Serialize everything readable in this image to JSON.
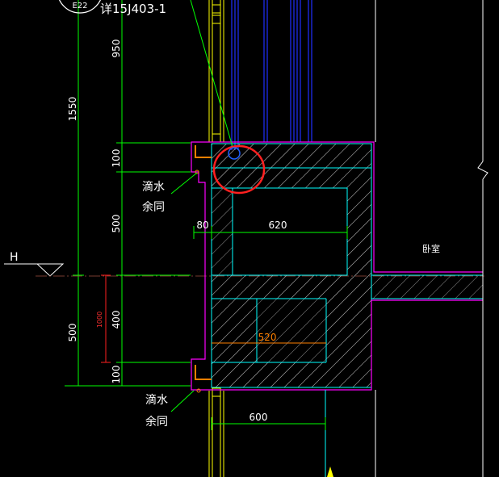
{
  "drawing": {
    "ref_top": "详15J403-1",
    "circle_tag": "E22",
    "room_label": "卧室",
    "level_label": "H",
    "notes": {
      "drip_top": "滴水",
      "same_top": "余同",
      "drip_bottom": "滴水",
      "same_bottom": "余同"
    },
    "dims_vertical": {
      "d950": "950",
      "d1550": "1550",
      "d100_top": "100",
      "d500_mid": "500",
      "d400": "400",
      "d500_low": "500",
      "d100_bottom": "100",
      "d1000": "1000"
    },
    "dims_horizontal": {
      "d80": "80",
      "d620": "620",
      "d520": "520",
      "d600": "600"
    },
    "colors": {
      "background": "#000000",
      "dimension": "#00ff00",
      "wall_outline": "#ff00ff",
      "frame_line": "#00ffff",
      "window_frame": "#ffff00",
      "hatch": "#c8c8c8",
      "highlight_circle": "#ff2020",
      "orange": "#ff8000",
      "glass": "#2030ff",
      "text": "#ffffff"
    }
  }
}
